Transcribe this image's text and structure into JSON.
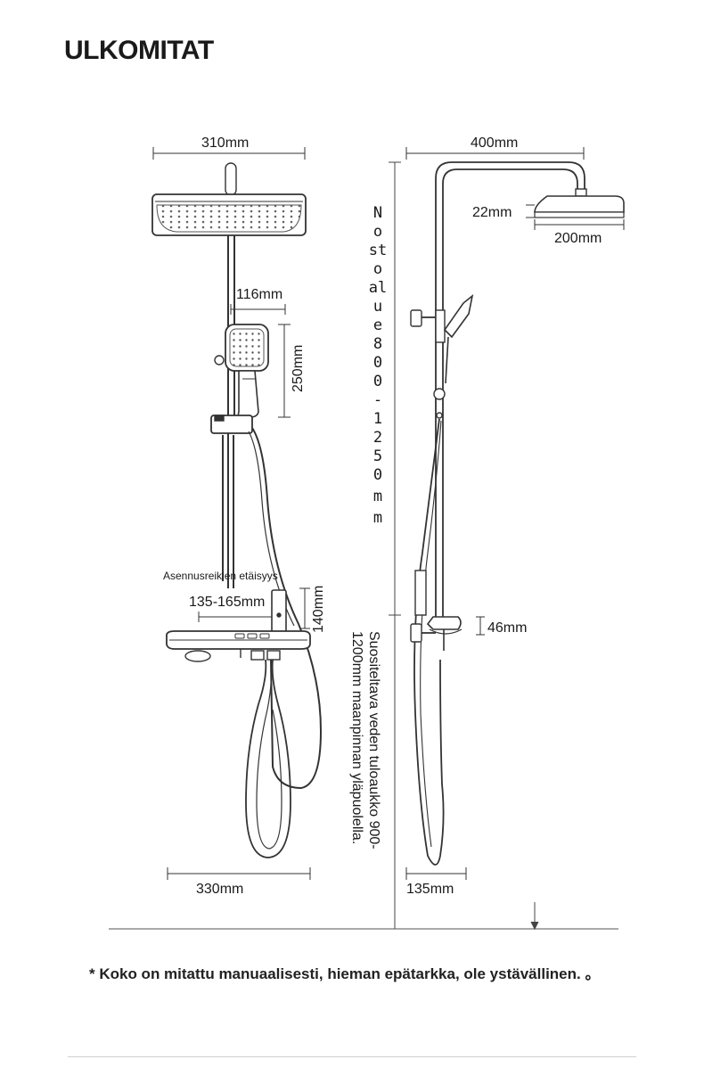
{
  "title": "ULKOMITAT",
  "left": {
    "head_width": "310mm",
    "handle_width": "116mm",
    "handle_height": "250mm",
    "mount_label": "Asennusreikien etäisyys",
    "mount_range": "135-165mm",
    "shelf_height": "140mm",
    "base_width": "330mm"
  },
  "right": {
    "arm_width": "400mm",
    "head_thickness": "22mm",
    "head_diameter": "200mm",
    "holder_height": "46mm",
    "base_width": "135mm"
  },
  "lift_range": [
    "N",
    "o",
    "st",
    "o",
    "al",
    "u",
    "e",
    "8",
    "0",
    "0",
    "-",
    "1",
    "2",
    "5",
    "0",
    "m",
    "m"
  ],
  "inlet_line1": "Suositeltava veden tuloaukko 900-",
  "inlet_line2": "1200mm maanpinnan yläpuolella.",
  "footnote": "* Koko on mitattu manuaalisesti, hieman epätarkka, ole ystävällinen. 。"
}
